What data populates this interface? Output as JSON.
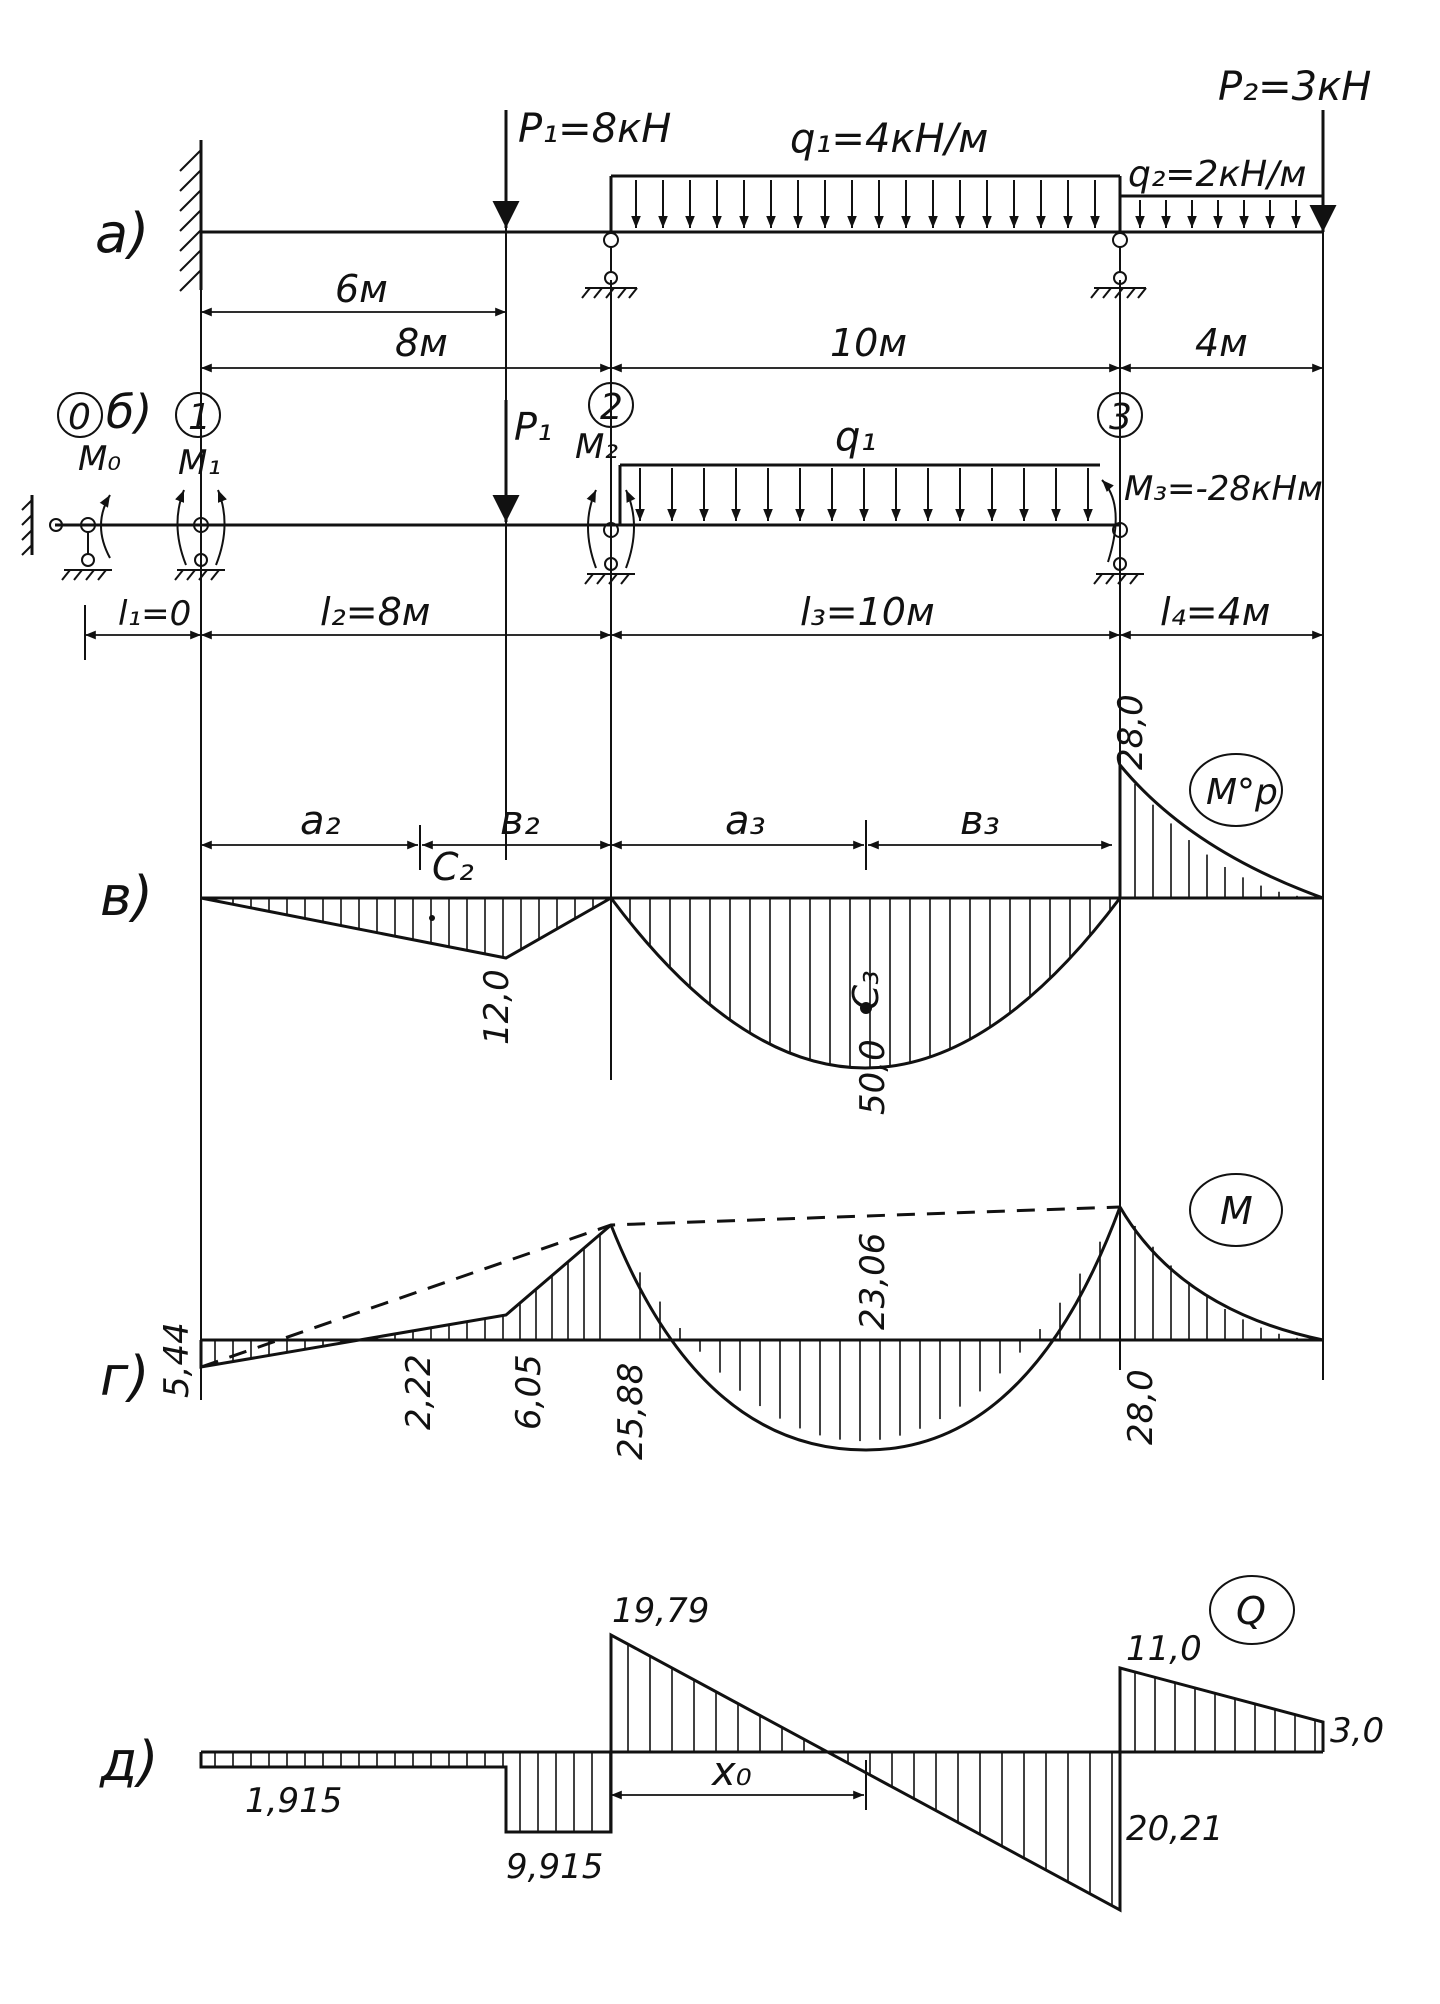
{
  "panels": {
    "a": "а)",
    "b": "б)",
    "v": "в)",
    "g": "г)",
    "d": "д)"
  },
  "loads": {
    "p1": "P₁=8кН",
    "p2": "P₂=3кН",
    "q1": "q₁=4кН/м",
    "q2": "q₂=2кН/м",
    "p1_short": "P₁",
    "q1_short": "q₁"
  },
  "dims": {
    "d_6m": "6м",
    "d_8m": "8м",
    "d_10m": "10м",
    "d_4m": "4м",
    "l1": "l₁=0",
    "l2": "l₂=8м",
    "l3": "l₃=10м",
    "l4": "l₄=4м"
  },
  "nodes": {
    "n0": "0",
    "n1": "1",
    "n2": "2",
    "n3": "3"
  },
  "moments": {
    "m0": "M₀",
    "m1": "M₁",
    "m2": "M₂",
    "m3": "M₃=-28кНм"
  },
  "diagram_v": {
    "a2": "a₂",
    "b2": "в₂",
    "a3": "a₃",
    "b3": "в₃",
    "c2": "C₂",
    "c3": "C₃",
    "val_28": "28,0",
    "val_12": "12,0",
    "val_50": "50,0",
    "badge": "M°p"
  },
  "diagram_g": {
    "val_5_44": "5,44",
    "val_2_22": "2,22",
    "val_6_05": "6,05",
    "val_25_88": "25,88",
    "val_23_06": "23,06",
    "val_28": "28,0",
    "badge": "M"
  },
  "diagram_d": {
    "val_1_915": "1,915",
    "val_9_915": "9,915",
    "val_19_79": "19,79",
    "val_20_21": "20,21",
    "val_11": "11,0",
    "val_3": "3,0",
    "x0": "x₀",
    "badge": "Q"
  }
}
